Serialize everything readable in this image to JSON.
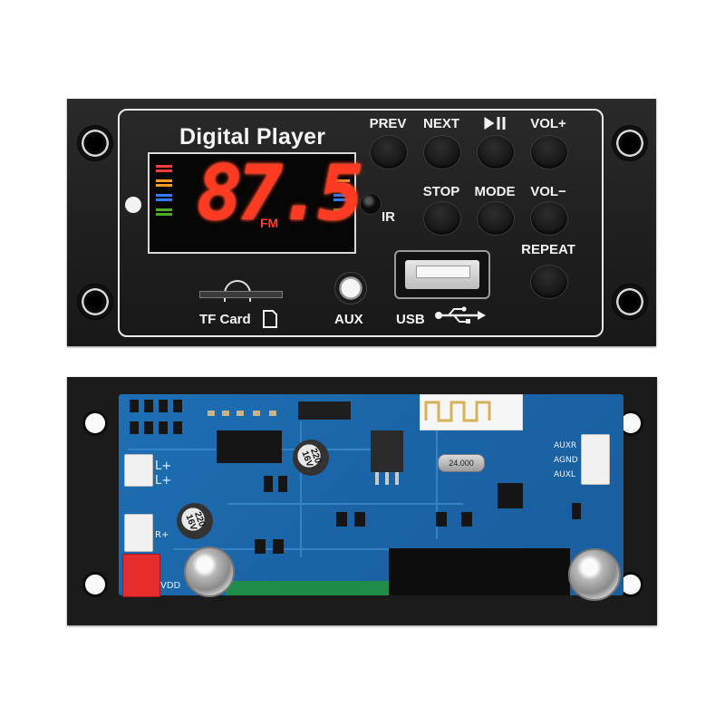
{
  "front_panel": {
    "title": "Digital Player",
    "display": {
      "digits": "87.5",
      "band": "FM"
    },
    "ir_label": "IR",
    "buttons": [
      {
        "id": "prev",
        "label": "PREV"
      },
      {
        "id": "next",
        "label": "NEXT"
      },
      {
        "id": "play-pause",
        "label": "",
        "icon": "play-pause-icon"
      },
      {
        "id": "vol-up",
        "label": "VOL+"
      },
      {
        "id": "stop",
        "label": "STOP"
      },
      {
        "id": "mode",
        "label": "MODE"
      },
      {
        "id": "vol-down",
        "label": "VOL−"
      },
      {
        "id": "repeat",
        "label": "REPEAT"
      }
    ],
    "ports": {
      "tf": "TF Card",
      "aux": "AUX",
      "usb": "USB"
    },
    "eq_colors": [
      "#ff3b3b",
      "#ff9a1f",
      "#2f7cff",
      "#4caf2a"
    ]
  },
  "back_board": {
    "labels": {
      "l_plus": "L+",
      "l_plus_2": "L+",
      "r_plus": "R+",
      "vdd": "VDD",
      "auxr": "AUXR",
      "agnd": "AGND",
      "auxl": "AUXL",
      "crystal": "24.000",
      "cap_1": "220\n16V",
      "cap_2": "220\n16V"
    }
  }
}
